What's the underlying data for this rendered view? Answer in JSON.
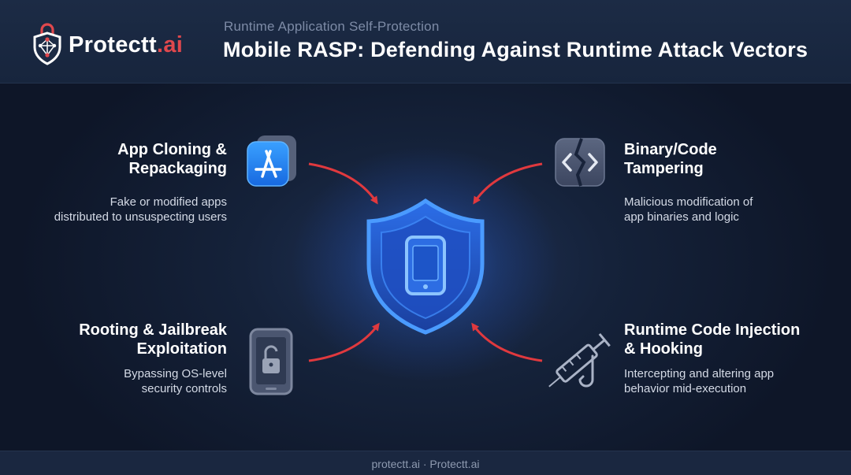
{
  "brand": {
    "name": "Protectt",
    "suffix": ".ai"
  },
  "header": {
    "subtitle": "Runtime Application Self-Protection",
    "title": "Mobile RASP: Defending Against Runtime Attack Vectors"
  },
  "attacks": [
    {
      "title_line1": "App Cloning &",
      "title_line2": "Repackaging",
      "desc_line1": "Fake or modified apps",
      "desc_line2": "distributed to unsuspecting users",
      "icon": "app-store-icon"
    },
    {
      "title_line1": "Binary/Code",
      "title_line2": "Tampering",
      "desc_line1": "Malicious modification of",
      "desc_line2": "app binaries and logic",
      "icon": "broken-code-icon"
    },
    {
      "title_line1": "Rooting & Jailbreak",
      "title_line2": "Exploitation",
      "desc_line1": "Bypassing OS-level",
      "desc_line2": "security controls",
      "icon": "unlocked-phone-icon"
    },
    {
      "title_line1": "Runtime Code Injection",
      "title_line2": "& Hooking",
      "desc_line1": "Intercepting and altering app",
      "desc_line2": "behavior mid-execution",
      "icon": "syringe-hook-icon"
    }
  ],
  "center_icon": "shield-phone-icon",
  "footer": {
    "text": "protectt.ai · Protectt.ai"
  },
  "colors": {
    "background": "#0f1a2e",
    "header": "#1c2b45",
    "accent_red": "#e0484d",
    "arrow_red": "#e0393e",
    "shield_blue": "#2f7cf0",
    "text_muted": "#7d8ba6"
  }
}
